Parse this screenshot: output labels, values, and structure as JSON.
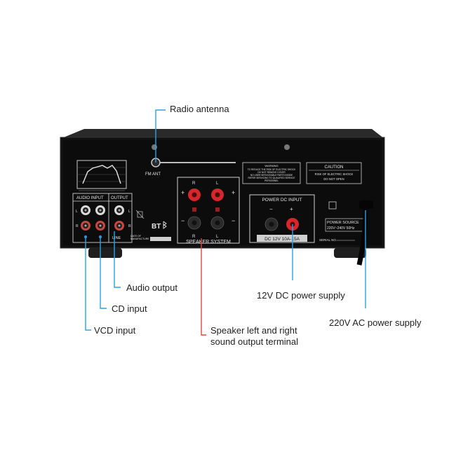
{
  "callouts": {
    "radio_antenna": "Radio antenna",
    "audio_output": "Audio output",
    "cd_input": "CD input",
    "vcd_input": "VCD input",
    "speaker_line1": "Speaker left and right",
    "speaker_line2": "sound output terminal",
    "dc_power": "12V DC power supply",
    "ac_power": "220V AC power supply"
  },
  "panel": {
    "fm_ant": "FM ANT",
    "audio_input": "AUDIO INPUT",
    "output": "OUTPUT",
    "line": "LINE",
    "bt": "BT",
    "date_of_manufacture_1": "DATE OF",
    "date_of_manufacture_2": "MANUFACTURE",
    "speaker_system": "SPEAKER SYSTEM",
    "power_dc_input": "POWER DC INPUT",
    "dc_rating": "DC 12V 10A-15A",
    "caution_title": "CAUTION",
    "caution_line1": "RISK OF ELECTRIC SHOCK",
    "caution_line2": "DO NOT OPEN",
    "power_source": "POWER SOURCE",
    "power_rating": "220V~240V  50Hz",
    "serial_no": "SERIAL NO.",
    "warning_title": "WARNING",
    "warning_line1": "TO REDUCE THE RISK OF ELECTRIC SHOCK",
    "warning_line2": "DO NOT REMOVE COVER",
    "warning_line3": "NO USER SERVICEABLE PARTS INSIDE",
    "warning_line4": "REFER SERVICING TO QUALIFIED SERVICE",
    "warning_line5": "PERSONNEL",
    "r": "R",
    "l": "L",
    "plus": "+",
    "minus": "−"
  },
  "colors": {
    "body": "#1b1b1b",
    "panel": "#0e0e0e",
    "callout_line_blue": "#29a3e6",
    "callout_line_red": "#d94b3a",
    "terminal_red": "#d8262d"
  }
}
